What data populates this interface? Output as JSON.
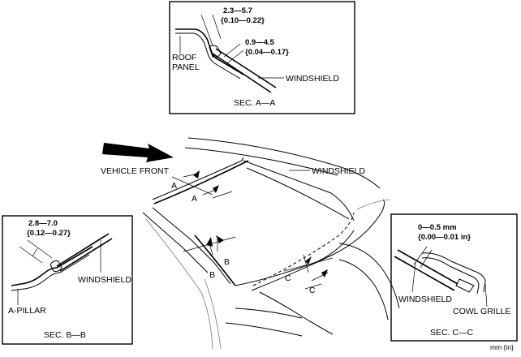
{
  "section_aa": {
    "dim_upper_mm": "2.3—5.7",
    "dim_upper_in": "{0.10—0.22}",
    "dim_lower_mm": "0.9—4.5",
    "dim_lower_in": "{0.04—0.17}",
    "roof_label_1": "ROOF",
    "roof_label_2": "PANEL",
    "windshield_label": "WINDSHIELD",
    "title": "SEC. A—A"
  },
  "main_view": {
    "vehicle_front_label": "VEHICLE FRONT",
    "windshield_label": "WINDSHIELD",
    "section_letters": {
      "a": "A",
      "b": "B",
      "c": "C"
    }
  },
  "section_bb": {
    "dim_mm": "2.8—7.0",
    "dim_in": "{0.12—0.27}",
    "windshield_label": "WINDSHIELD",
    "pillar_label": "A-PILLAR",
    "title": "SEC. B—B"
  },
  "section_cc": {
    "dim_mm": "0—0.5 mm",
    "dim_in": "{0.00—0.01 in}",
    "windshield_label": "WINDSHIELD",
    "cowl_label": "COWL GRILLE",
    "title": "SEC. C—C"
  },
  "units_note": "mm {in}"
}
